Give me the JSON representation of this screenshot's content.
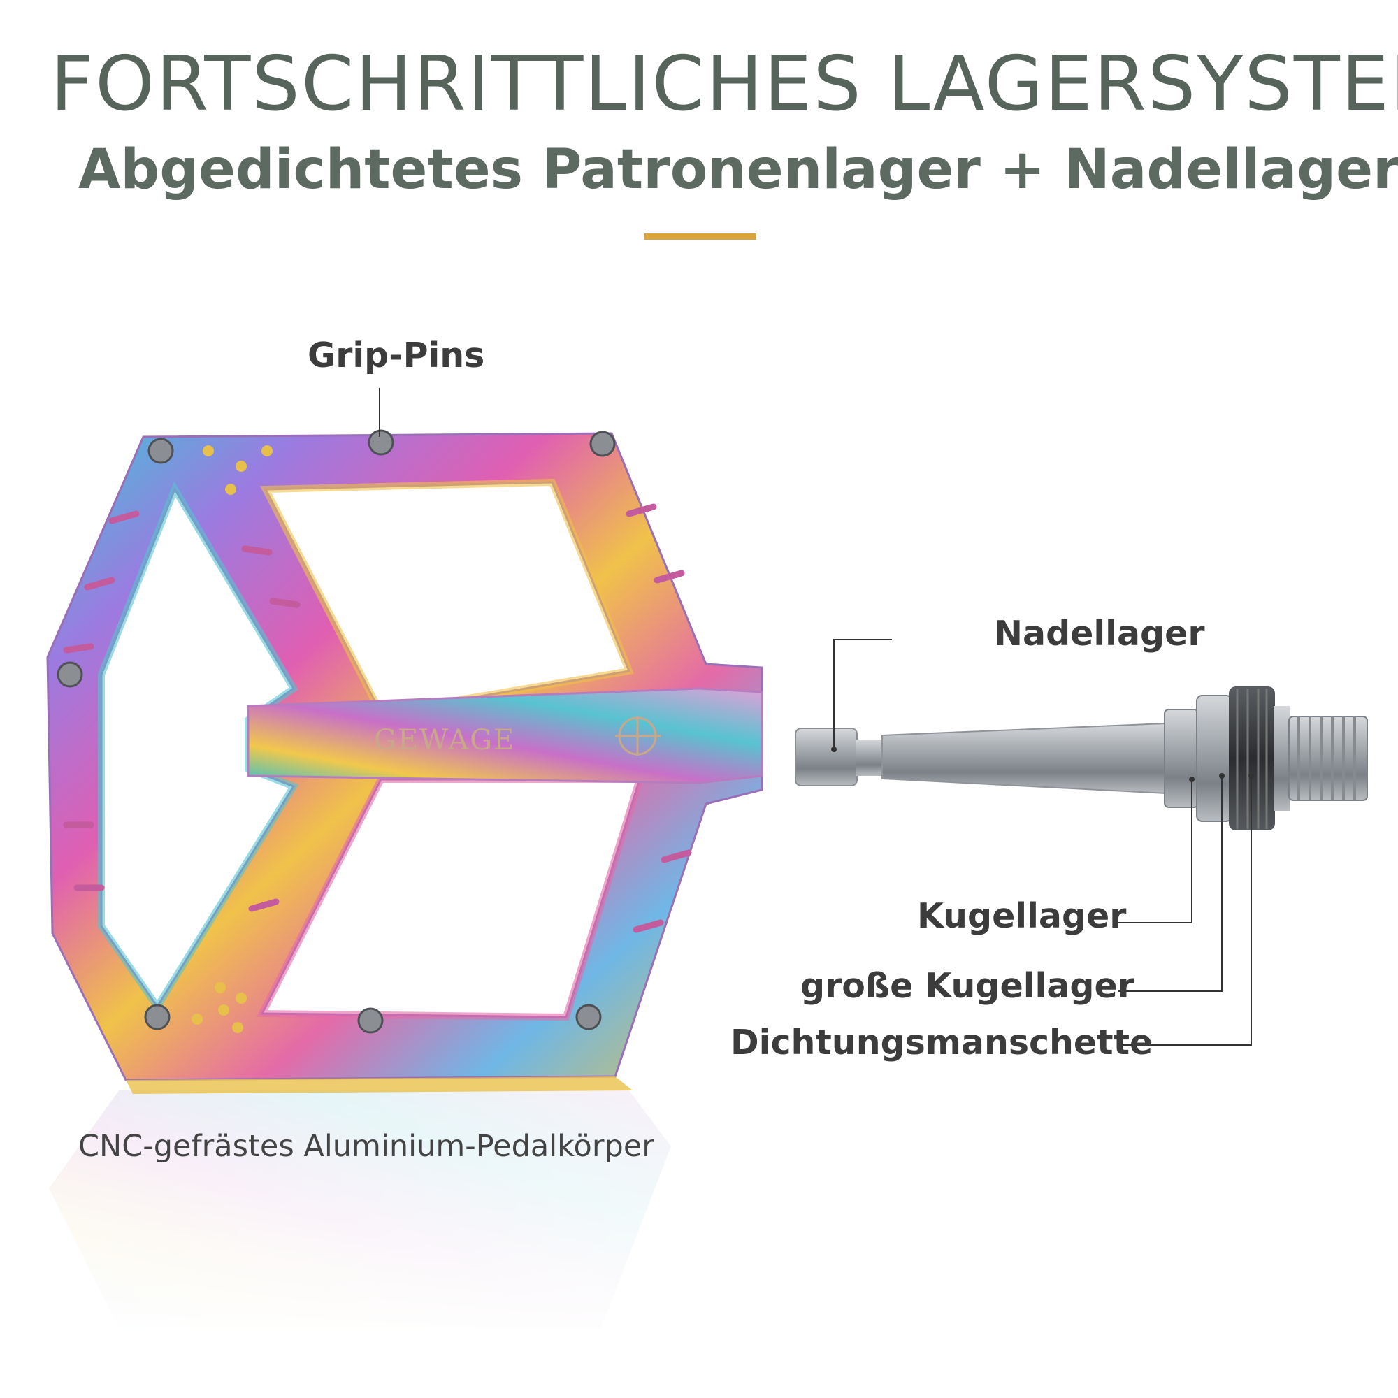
{
  "header": {
    "title": "FORTSCHRITTLICHES LAGERSYSTEM",
    "subtitle": "Abgedichtetes Patronenlager + Nadellager",
    "accent_color": "#d9a43a",
    "title_color": "#56645c"
  },
  "pedal": {
    "brand": "GEWAGE",
    "caption": "CNC-gefrästes Aluminium-Pedalkörper",
    "finish": "oil-slick rainbow"
  },
  "callouts": {
    "grip_pins": "Grip-Pins",
    "needle_bearing": "Nadellager",
    "ball_bearing": "Kugellager",
    "large_ball_bearing": "große Kugellager",
    "seal_sleeve": "Dichtungsmanschette"
  }
}
